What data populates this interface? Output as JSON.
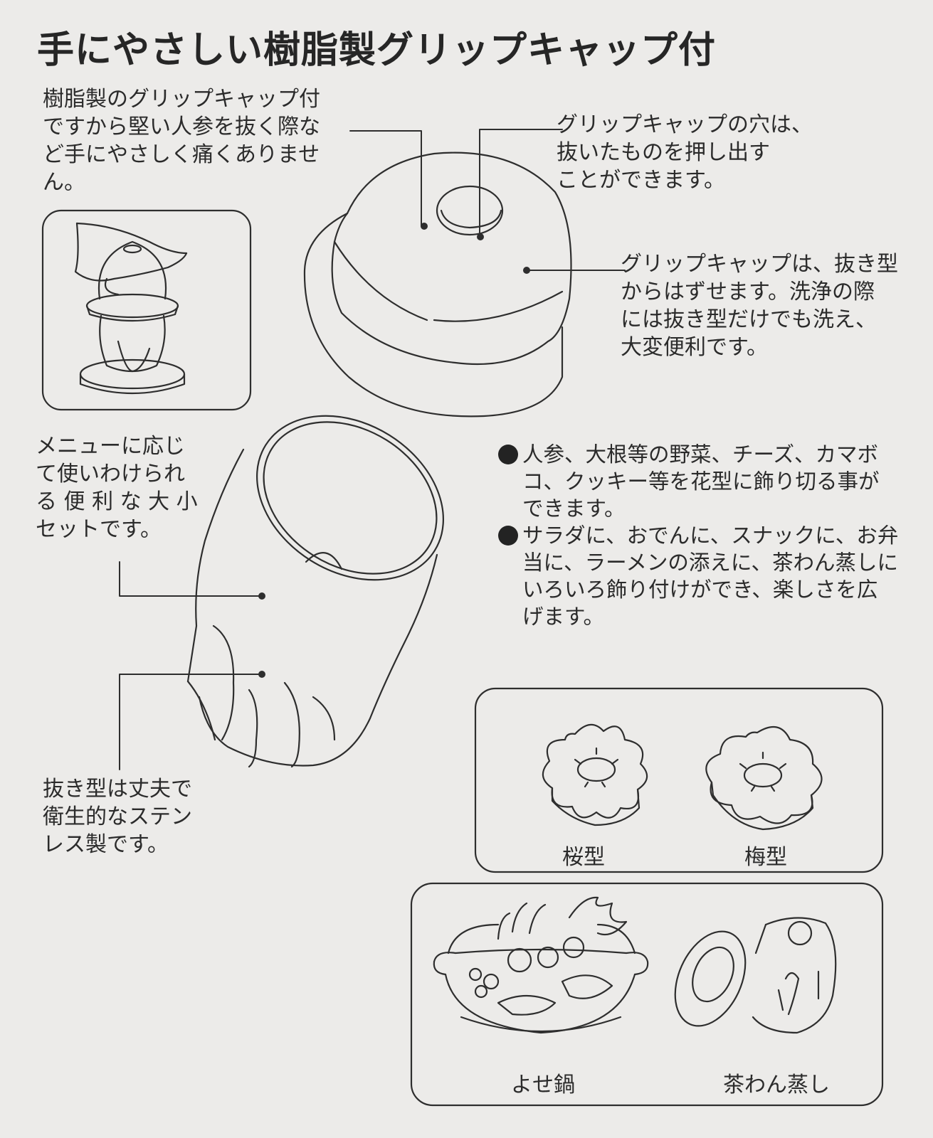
{
  "title": "手にやさしい樹脂製グリップキャップ付",
  "note_grip": [
    "樹脂製のグリップキャップ付",
    "ですから堅い人参を抜く際な",
    "ど手にやさしく痛くありませ",
    "ん。"
  ],
  "note_hole": [
    "グリップキャップの穴は、",
    "抜いたものを押し出す",
    "ことができます。"
  ],
  "note_removable": [
    "グリップキャップは、抜き型",
    "からはずせます。洗浄の際",
    "には抜き型だけでも洗え、",
    "大変便利です。"
  ],
  "note_menu": [
    "メニューに応じ",
    "て使いわけられ",
    "る 便 利 な 大 小",
    "セットです。"
  ],
  "note_steel": [
    "抜き型は丈夫で",
    "衛生的なステン",
    "レス製です。"
  ],
  "bullets": [
    {
      "lines": [
        "人参、大根等の野菜、チーズ、カマボ",
        "コ、クッキー等を花型に飾り切る事が",
        "できます。"
      ]
    },
    {
      "lines": [
        "サラダに、おでんに、スナックに、お弁",
        "当に、ラーメンの添えに、茶わん蒸しに",
        "いろいろ飾り付けができ、楽しさを広",
        "げます。"
      ]
    }
  ],
  "shapes": {
    "sakura": "桜型",
    "ume": "梅型"
  },
  "dishes": {
    "yosenabe": "よせ鍋",
    "chawanmushi": "茶わん蒸し"
  }
}
